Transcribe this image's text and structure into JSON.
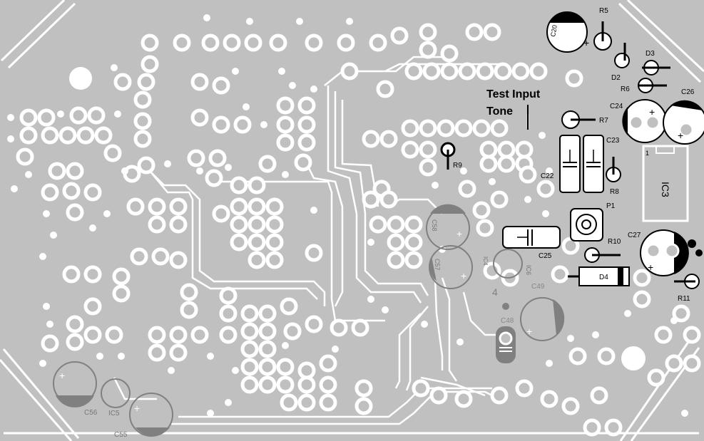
{
  "board": {
    "annotation": [
      "Test Input",
      "Tone"
    ],
    "components": {
      "R5": "R5",
      "C20": "C20",
      "D3": "D3",
      "D2": "D2",
      "R6": "R6",
      "C24": "C24",
      "C26": "C26",
      "R7": "R7",
      "C23": "C23",
      "R9": "R9",
      "C22": "C22",
      "R8": "R8",
      "IC3": "IC3",
      "IC3_pin1": "1",
      "P1": "P1",
      "C58": "C58",
      "C57": "C57",
      "C27": "C27",
      "C25": "C25",
      "R10": "R10",
      "IC6": "IC6",
      "D4": "D4",
      "C49": "C49",
      "R11": "R11",
      "C48": "C48",
      "C56": "C56",
      "IC5": "IC5",
      "C55": "C55",
      "IC4": "IC4",
      "pin4": "4"
    }
  }
}
